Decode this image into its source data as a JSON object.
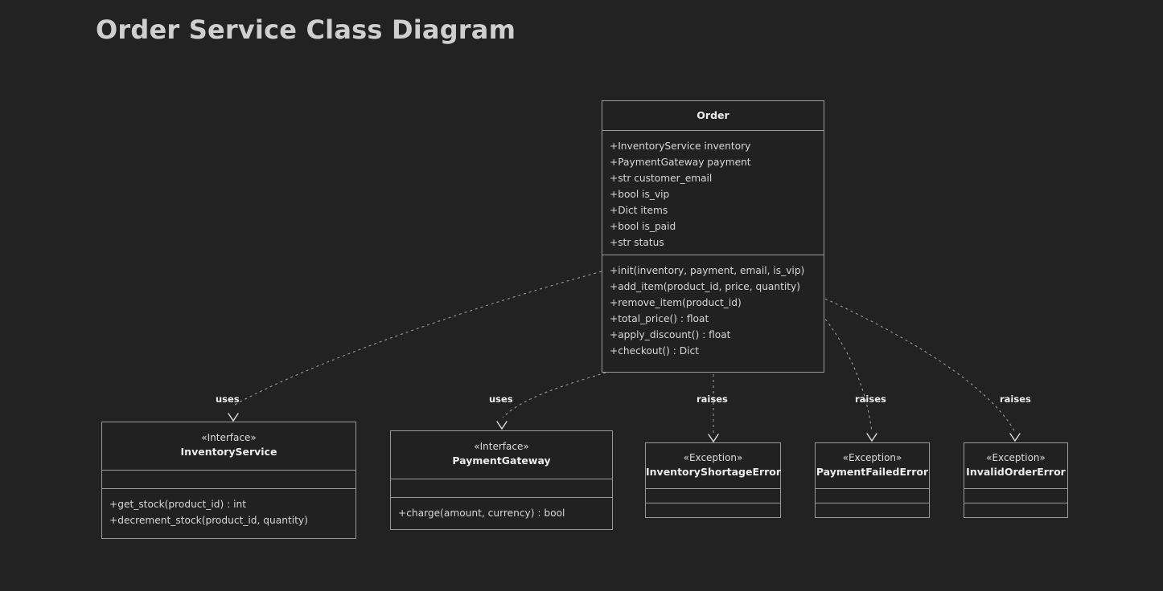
{
  "page": {
    "title": "Order Service Class Diagram",
    "background_color": "#222222",
    "stroke_color": "#9a9a9a",
    "text_color": "#d8d8d8",
    "title_color": "#cfcfcf"
  },
  "diagram": {
    "type": "uml-class-diagram",
    "classes": [
      {
        "id": "order",
        "name": "Order",
        "stereotype": "",
        "attributes": [
          "+InventoryService inventory",
          "+PaymentGateway payment",
          "+str customer_email",
          "+bool is_vip",
          "+Dict items",
          "+bool is_paid",
          "+str status"
        ],
        "methods": [
          "+init(inventory, payment, email, is_vip)",
          "+add_item(product_id, price, quantity)",
          "+remove_item(product_id)",
          "+total_price() : float",
          "+apply_discount() : float",
          "+checkout() : Dict"
        ]
      },
      {
        "id": "inventory-service",
        "name": "InventoryService",
        "stereotype": "«Interface»",
        "attributes": [],
        "methods": [
          "+get_stock(product_id) : int",
          "+decrement_stock(product_id, quantity)"
        ]
      },
      {
        "id": "payment-gateway",
        "name": "PaymentGateway",
        "stereotype": "«Interface»",
        "attributes": [],
        "methods": [
          "+charge(amount, currency) : bool"
        ]
      },
      {
        "id": "inventory-shortage-error",
        "name": "InventoryShortageError",
        "stereotype": "«Exception»",
        "attributes": [],
        "methods": []
      },
      {
        "id": "payment-failed-error",
        "name": "PaymentFailedError",
        "stereotype": "«Exception»",
        "attributes": [],
        "methods": []
      },
      {
        "id": "invalid-order-error",
        "name": "InvalidOrderError",
        "stereotype": "«Exception»",
        "attributes": [],
        "methods": []
      }
    ],
    "relationships": [
      {
        "from": "order",
        "to": "inventory-service",
        "label": "uses",
        "style": "dashed",
        "arrow": "open"
      },
      {
        "from": "order",
        "to": "payment-gateway",
        "label": "uses",
        "style": "dashed",
        "arrow": "open"
      },
      {
        "from": "order",
        "to": "inventory-shortage-error",
        "label": "raises",
        "style": "dashed",
        "arrow": "open"
      },
      {
        "from": "order",
        "to": "payment-failed-error",
        "label": "raises",
        "style": "dashed",
        "arrow": "open"
      },
      {
        "from": "order",
        "to": "invalid-order-error",
        "label": "raises",
        "style": "dashed",
        "arrow": "open"
      }
    ]
  }
}
